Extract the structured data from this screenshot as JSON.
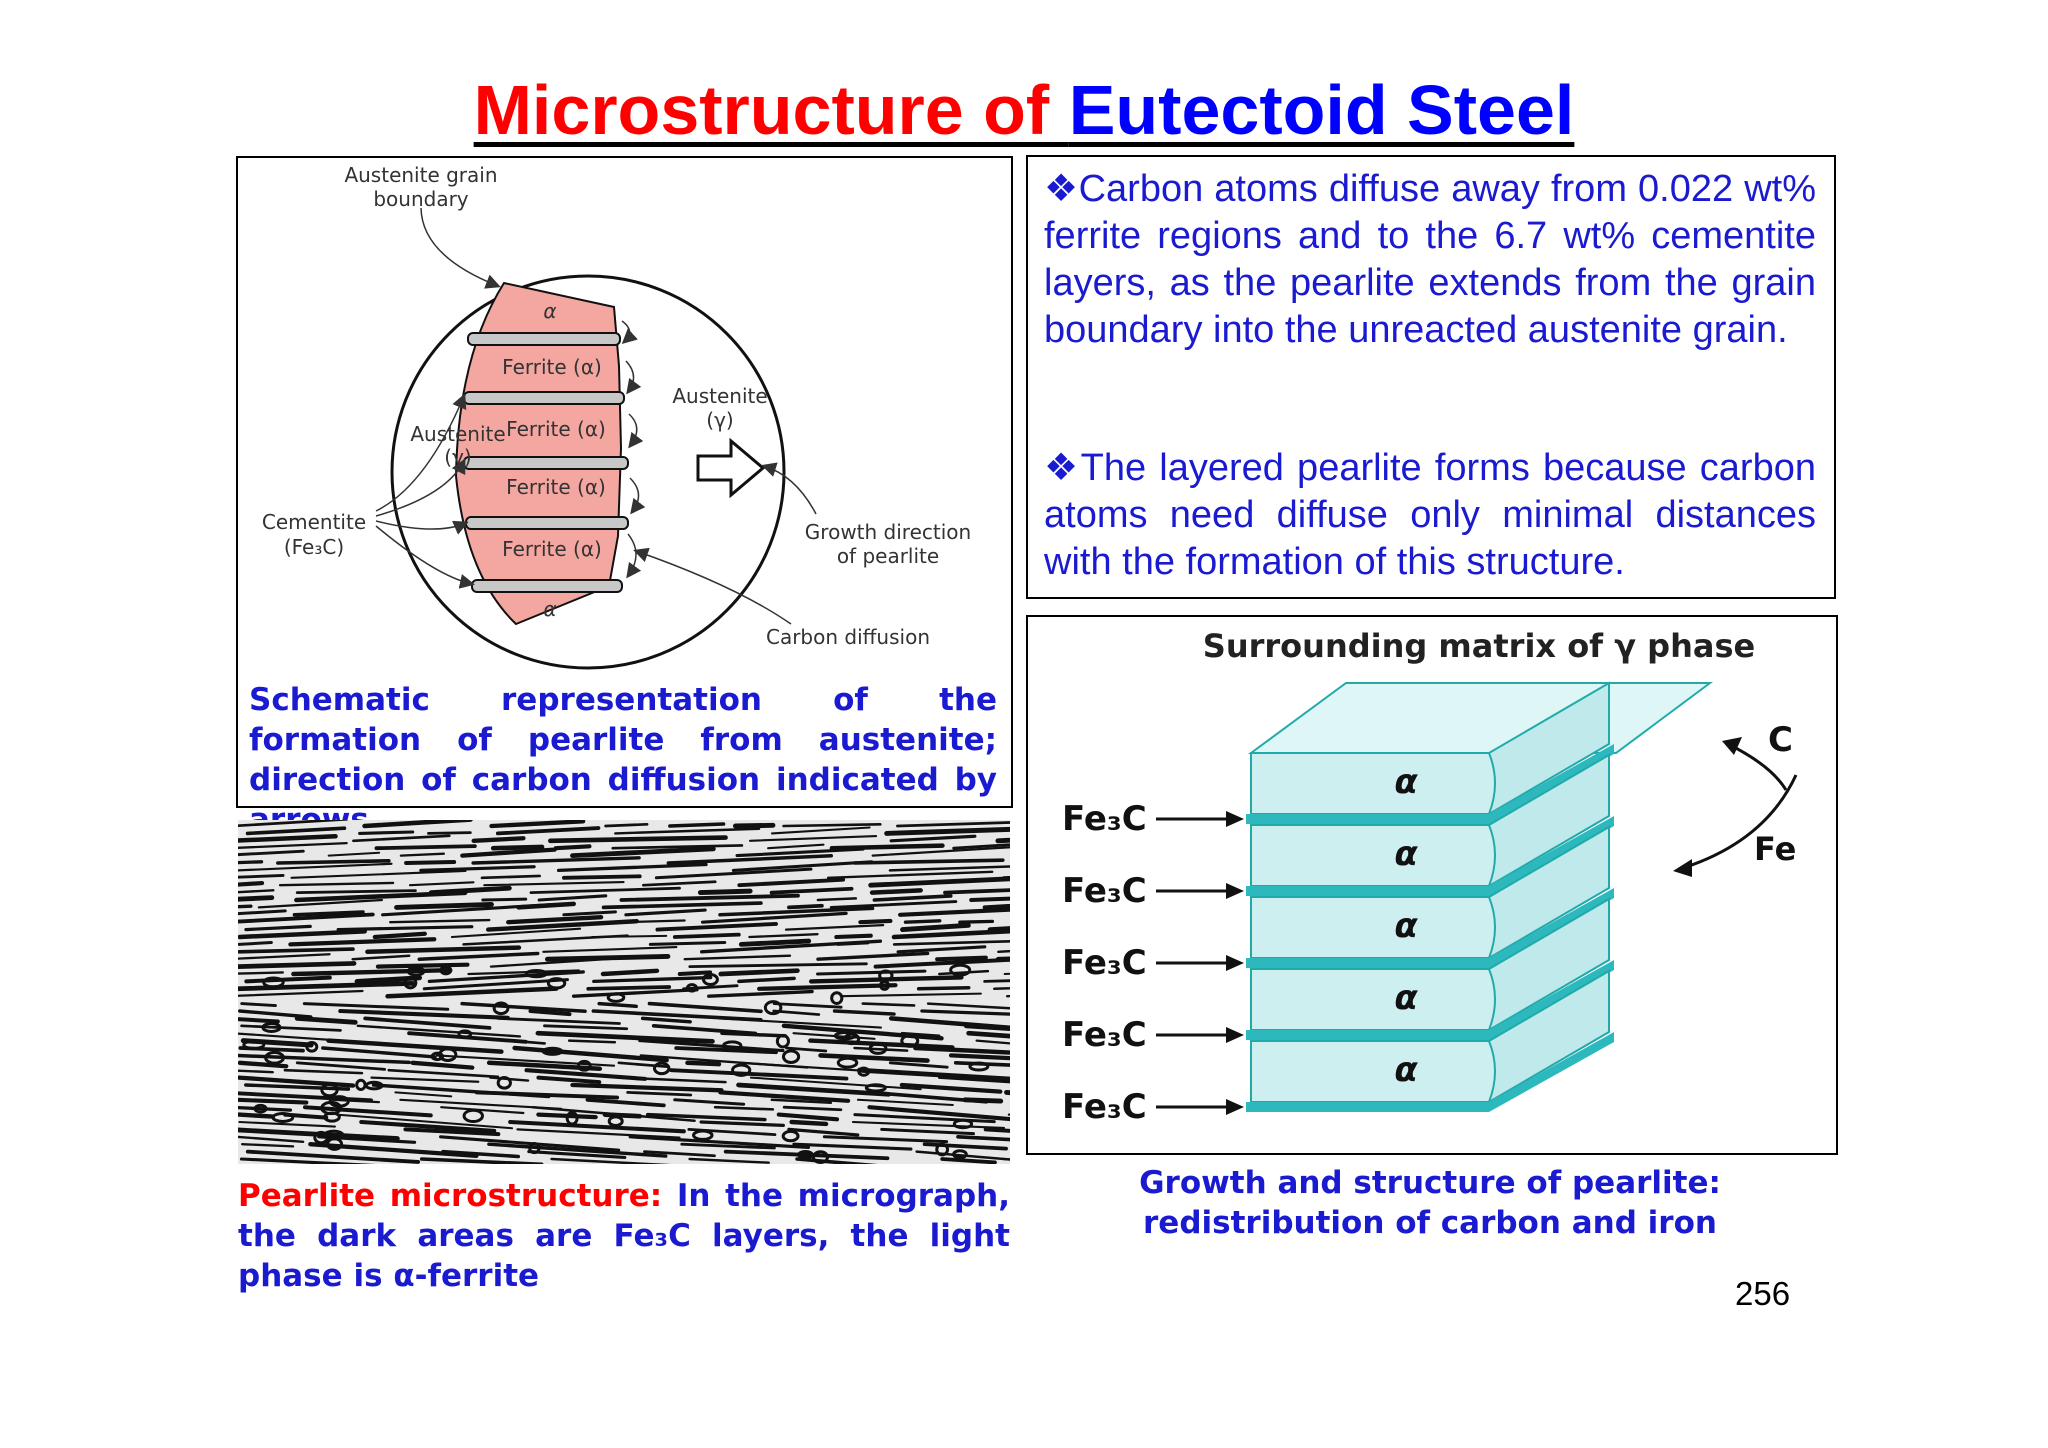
{
  "title": {
    "part1": "Microstructure of ",
    "part2": "Eutectoid Steel"
  },
  "schematic": {
    "labels": {
      "grain_boundary_1": "Austenite grain",
      "grain_boundary_2": "boundary",
      "austenite_left_1": "Austenite",
      "austenite_left_2": "(γ)",
      "austenite_right_1": "Austenite",
      "austenite_right_2": "(γ)",
      "cementite_1": "Cementite",
      "cementite_2": "(Fe₃C)",
      "growth_1": "Growth direction",
      "growth_2": "of pearlite",
      "carbon_diffusion": "Carbon diffusion",
      "alpha_top": "α",
      "alpha_bottom": "α",
      "ferrite": [
        "Ferrite (α)",
        "Ferrite (α)",
        "Ferrite (α)",
        "Ferrite (α)"
      ]
    },
    "caption": "Schematic representation of the formation of pearlite from austenite; direction of carbon diffusion indicated by arrows"
  },
  "bullets": [
    {
      "marker": "❖",
      "text": "Carbon atoms diffuse away from 0.022 wt% ferrite regions and to the 6.7 wt% cementite layers, as the pearlite extends from the grain boundary into the unreacted austenite grain."
    },
    {
      "marker": "❖",
      "text": "The layered pearlite forms because carbon atoms need diffuse only minimal distances with the formation of this structure."
    }
  ],
  "stack_diagram": {
    "heading": "Surrounding matrix of γ phase",
    "layer_label": "α",
    "fe3c_labels": [
      "Fe₃C",
      "Fe₃C",
      "Fe₃C",
      "Fe₃C",
      "Fe₃C"
    ],
    "c_label": "C",
    "fe_label": "Fe"
  },
  "pearlite_caption": {
    "red": "Pearlite microstructure:",
    "blue": " In the micrograph, the dark areas are Fe₃C layers, the light phase is α-ferrite"
  },
  "growth_caption": {
    "line1": "Growth and structure of pearlite:",
    "line2": "redistribution of carbon and iron"
  },
  "page_number": "256",
  "colors": {
    "title_red": "#ff0000",
    "title_blue": "#0000ff",
    "text_blue": "#1a1ad0",
    "ferrite_fill": "#f4a6a0",
    "layer_fill": "#cdeff0",
    "cementite_fill": "#2cb8bd"
  }
}
